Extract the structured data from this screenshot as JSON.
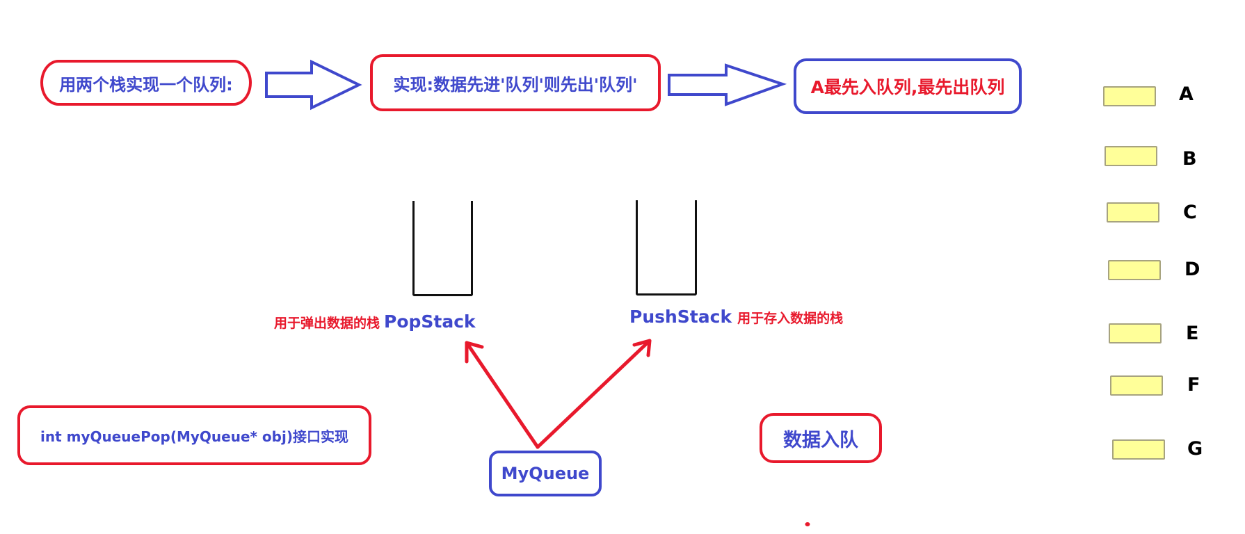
{
  "flow": {
    "step1": "用两个栈实现一个队列:",
    "step2": "实现:数据先进'队列'则先出'队列'",
    "step3": "A最先入队列,最先出队列"
  },
  "stacks": {
    "pop": {
      "name": "PopStack",
      "desc": "用于弹出数据的栈"
    },
    "push": {
      "name": "PushStack",
      "desc": "用于存入数据的栈"
    }
  },
  "queue": {
    "name": "MyQueue"
  },
  "interface_box": "int myQueuePop(MyQueue* obj)接口实现",
  "enqueue_box": "数据入队",
  "elements": [
    "A",
    "B",
    "C",
    "D",
    "E",
    "F",
    "G"
  ],
  "colors": {
    "red": "#e8192c",
    "blue": "#3f48cc",
    "element_fill": "#ffff99",
    "element_border": "#a7a37f",
    "stack": "#111111"
  }
}
